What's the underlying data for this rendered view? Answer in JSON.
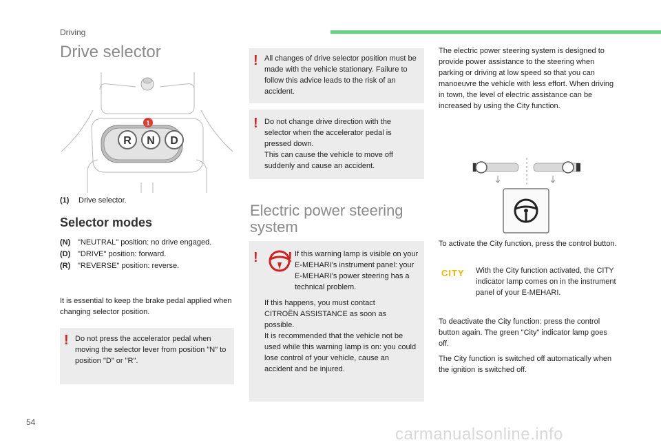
{
  "header": {
    "section": "Driving",
    "page_number": "54",
    "accent_color": "#64d484"
  },
  "drive_selector": {
    "title": "Drive selector",
    "illustration": {
      "callout_number": "1",
      "gear_letters": [
        "R",
        "N",
        "D"
      ]
    },
    "caption_key": "(1)",
    "caption_text": "Drive selector."
  },
  "selector_modes": {
    "heading": "Selector modes",
    "items": [
      {
        "key": "(N)",
        "text": "\"NEUTRAL\" position: no drive engaged."
      },
      {
        "key": "(D)",
        "text": "\"DRIVE\" position: forward."
      },
      {
        "key": "(R)",
        "text": "\"REVERSE\" position: reverse."
      }
    ],
    "brake_note": "It is essential to keep the brake pedal applied when changing selector position."
  },
  "warnings": {
    "icon": "!",
    "accelerator": "Do not press the accelerator pedal when moving the selector lever from position \"N\" to position \"D\" or \"R\".",
    "stationary": "All changes of drive selector position must be made with the vehicle stationary. Failure to follow this advice leads to the risk of an accident.",
    "direction_1": "Do not change drive direction with the selector when the accelerator pedal is pressed down.",
    "direction_2": "This can cause the vehicle to move off suddenly and cause an accident."
  },
  "power_steering": {
    "title": "Electric power steering system",
    "lamp_text": "If this warning lamp is visible on your E-MEHARI's instrument panel: your E-MEHARI's power steering has a technical problem.",
    "contact_1": "If this happens, you must contact CITROËN ASSISTANCE as soon as possible.",
    "contact_2": "It is recommended that the vehicle not be used while this warning lamp is on: you could lose control of your vehicle, cause an accident and be injured.",
    "intro": "The electric power steering system is designed to provide power assistance to the steering when parking or driving at low speed so that you can manoeuvre the vehicle with less effort. When driving in town, the level of electric assistance can be increased by using the City function.",
    "activate": "To activate the City function, press the control button.",
    "city_label": "CITY",
    "city_color": "#f0b400",
    "city_activated": "With the City function activated, the CITY indicator lamp comes on in the instrument panel of your E-MEHARI.",
    "deactivate": "To deactivate the City function: press the control button again. The green \"City\" indicator lamp goes off.",
    "auto_off": "The City function is switched off automatically when the ignition is switched off."
  },
  "footer": {
    "watermark": "carmanualsonline.info"
  }
}
